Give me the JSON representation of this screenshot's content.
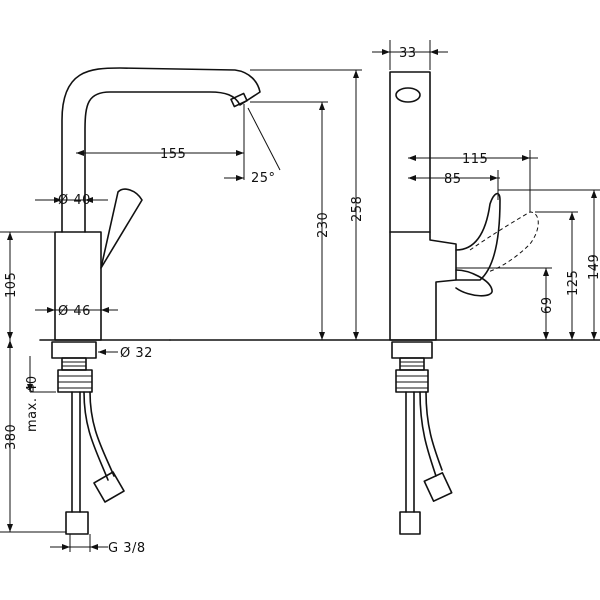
{
  "dimensions": {
    "front": {
      "spout_reach": "155",
      "spout_angle": "25°",
      "body_diameter": "Ø 40",
      "base_diameter": "Ø 46",
      "tail_diameter": "Ø 32",
      "body_height": "105",
      "spout_height": "230",
      "total_height": "258",
      "max_thickness": "max. 40",
      "hose_length": "380",
      "thread": "G 3/8"
    },
    "side": {
      "spout_width": "33",
      "lever_reach_long": "115",
      "lever_reach_short": "85",
      "lever_base_height": "69",
      "lever_mid_height": "125",
      "lever_top_height": "149"
    }
  }
}
